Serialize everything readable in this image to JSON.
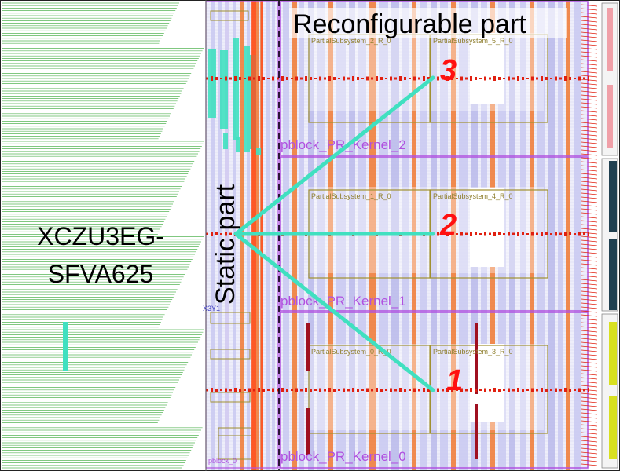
{
  "device": {
    "name_line1": "XCZU3EG-",
    "name_line2": "SFVA625"
  },
  "labels": {
    "reconfigurable": "Reconfigurable part",
    "static": "Static part",
    "xy_tag": "X3Y1",
    "pblock_static": "pblock_0"
  },
  "regions": [
    {
      "number": "3",
      "pblock": "pblock_PR_Kernel_2",
      "subsystem_left": "PartialSubsystem_2_R_0",
      "subsystem_right": "PartialSubsystem_5_R_0"
    },
    {
      "number": "2",
      "pblock": "pblock_PR_Kernel_1",
      "subsystem_left": "PartialSubsystem_1_R_0",
      "subsystem_right": "PartialSubsystem_4_R_0"
    },
    {
      "number": "1",
      "pblock": "pblock_PR_Kernel_0",
      "subsystem_left": "PartialSubsystem_0_R_0",
      "subsystem_right": "PartialSubsystem_3_R_0"
    }
  ],
  "colors": {
    "green_lines": "#3aa83a",
    "lavender": "#c8c8f0",
    "orange": "#f07830",
    "red_dots": "#e02010",
    "teal": "#40e0c0",
    "olive": "#a09030",
    "purple": "#b050e0",
    "number_red": "#ff1010"
  }
}
